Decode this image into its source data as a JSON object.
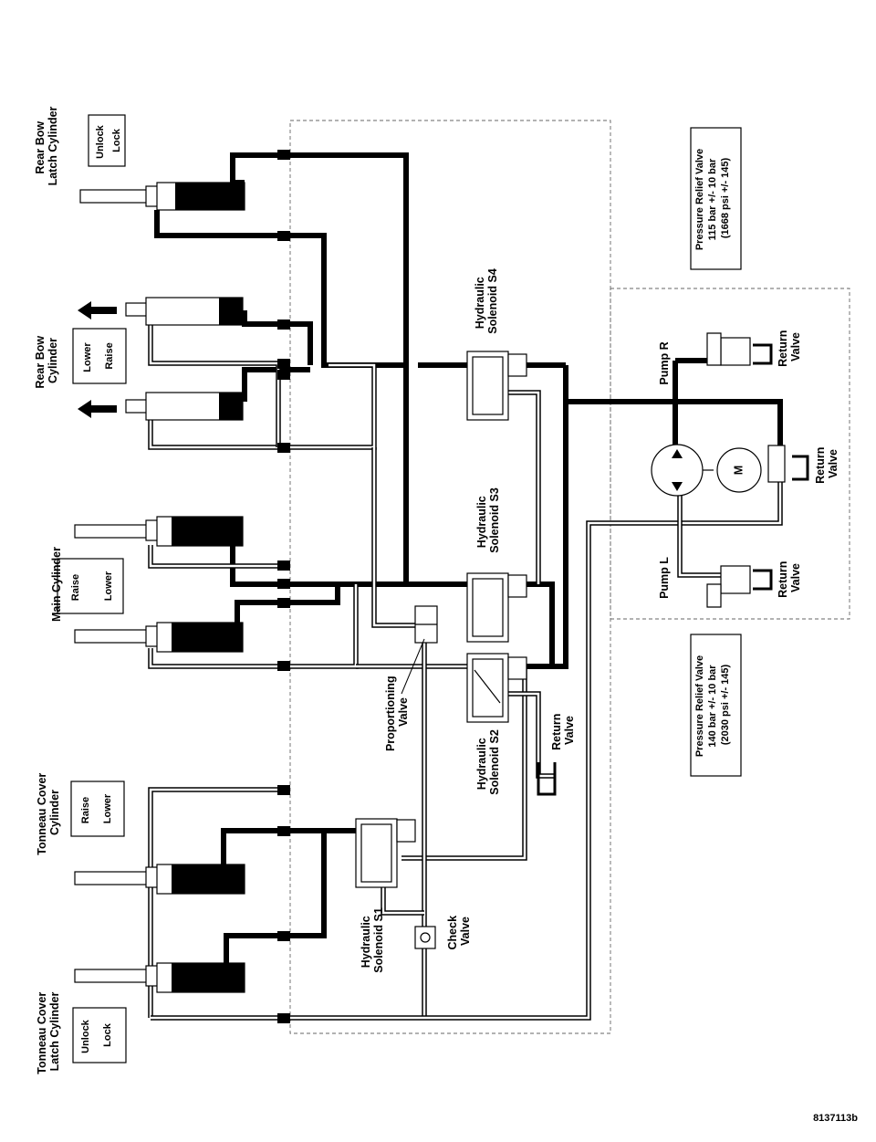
{
  "labels": {
    "rear_bow_latch_cylinder": [
      "Rear Bow",
      "Latch Cylinder"
    ],
    "rear_bow_latch_dir": [
      "Unlock",
      "Lock"
    ],
    "rear_bow_cylinder": [
      "Rear Bow",
      "Cylinder"
    ],
    "rear_bow_dir": [
      "Lower",
      "Raise"
    ],
    "main_cylinder": "Main Cylinder",
    "main_dir": [
      "Raise",
      "Lower"
    ],
    "tonneau_cover_cylinder": [
      "Tonneau Cover",
      "Cylinder"
    ],
    "tonneau_dir": [
      "Raise",
      "Lower"
    ],
    "tonneau_latch_cylinder": [
      "Tonneau Cover",
      "Latch Cylinder"
    ],
    "tonneau_latch_dir": [
      "Unlock",
      "Lock"
    ],
    "proportioning_valve": [
      "Proportioning",
      "Valve"
    ],
    "solenoid_s1": [
      "Hydraulic",
      "Solenoid S1"
    ],
    "solenoid_s2": [
      "Hydraulic",
      "Solenoid S2"
    ],
    "solenoid_s3": [
      "Hydraulic",
      "Solenoid S3"
    ],
    "solenoid_s4": [
      "Hydraulic",
      "Solenoid S4"
    ],
    "check_valve": [
      "Check",
      "Valve"
    ],
    "return_valve": [
      "Return",
      "Valve"
    ],
    "pump_r": "Pump R",
    "pump_l": "Pump L",
    "motor": "M",
    "prv_upper": [
      "Pressure Relief Valve",
      "115 bar +/- 10 bar",
      "(1668 psi +/- 145)"
    ],
    "prv_lower": [
      "Pressure Relief Valve",
      "140 bar +/- 10 bar",
      "(2030 psi +/- 145)"
    ],
    "figure_id": "8137113b"
  }
}
